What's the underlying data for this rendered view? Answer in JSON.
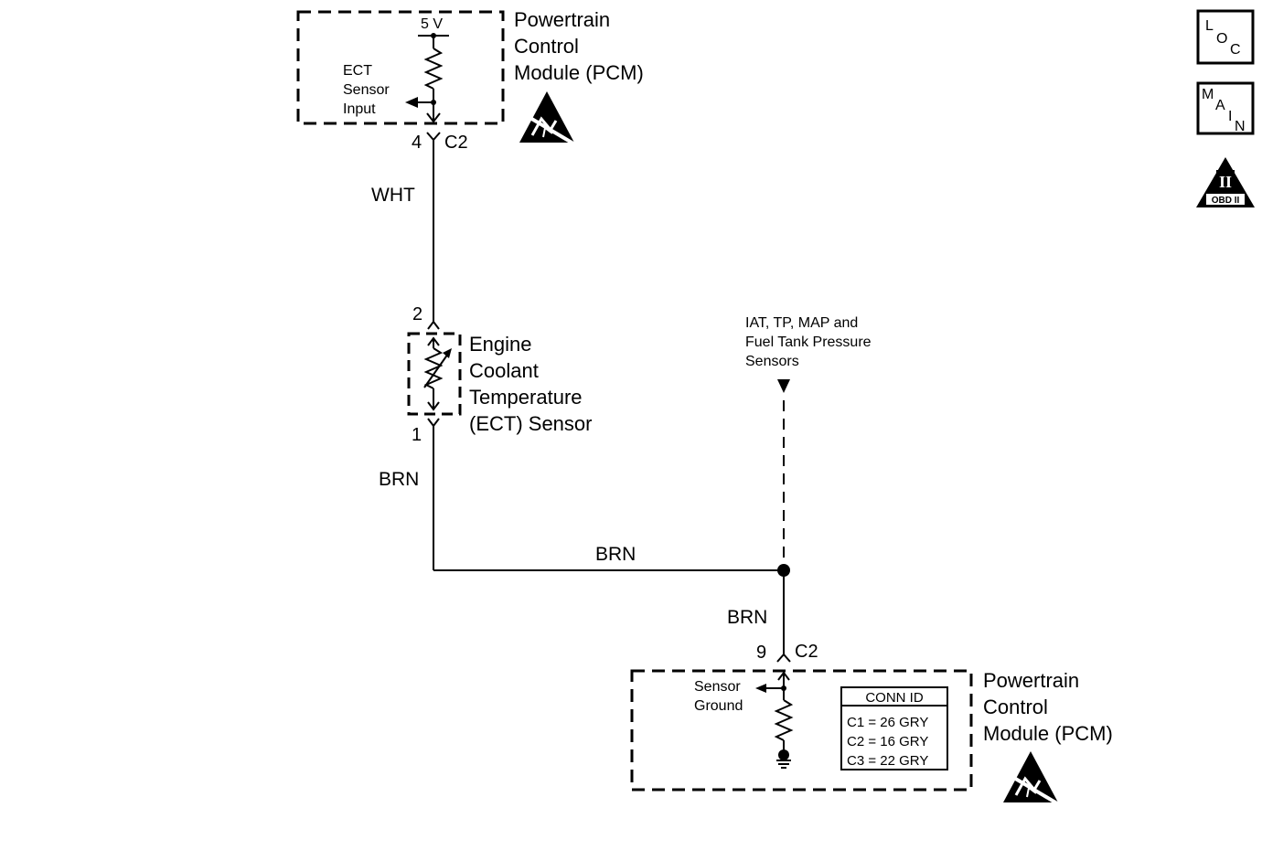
{
  "colors": {
    "ink": "#000000",
    "background": "#ffffff"
  },
  "pcm_top": {
    "title_lines": [
      "Powertrain",
      "Control",
      "Module (PCM)"
    ],
    "voltage": "5 V",
    "input_label_lines": [
      "ECT",
      "Sensor",
      "Input"
    ],
    "pin": "4",
    "connector": "C2"
  },
  "wires": {
    "signal": "WHT",
    "ground_from_sensor": "BRN",
    "ground_horizontal": "BRN",
    "ground_to_pcm": "BRN"
  },
  "ect_sensor": {
    "title_lines": [
      "Engine",
      "Coolant",
      "Temperature",
      "(ECT) Sensor"
    ],
    "pin_top": "2",
    "pin_bottom": "1"
  },
  "shared_sensors": {
    "label_lines": [
      "IAT, TP, MAP and",
      "Fuel Tank Pressure",
      "Sensors"
    ]
  },
  "pcm_bottom": {
    "title_lines": [
      "Powertrain",
      "Control",
      "Module (PCM)"
    ],
    "ground_label_lines": [
      "Sensor",
      "Ground"
    ],
    "pin": "9",
    "connector": "C2",
    "conn_id": {
      "header": "CONN ID",
      "rows": [
        "C1 = 26 GRY",
        "C2 = 16 GRY",
        "C3 = 22 GRY"
      ]
    }
  },
  "side_icons": {
    "loc": [
      "L",
      "O",
      "C"
    ],
    "main": [
      "M",
      "A",
      "I",
      "N"
    ],
    "obd": {
      "numeral": "II",
      "label": "OBD II"
    }
  },
  "icons": [
    "esd-warning-icon",
    "esd-warning-icon",
    "ground-icon",
    "resistor-icon",
    "thermistor-icon",
    "loc-icon",
    "main-icon",
    "obd-ii-icon"
  ]
}
